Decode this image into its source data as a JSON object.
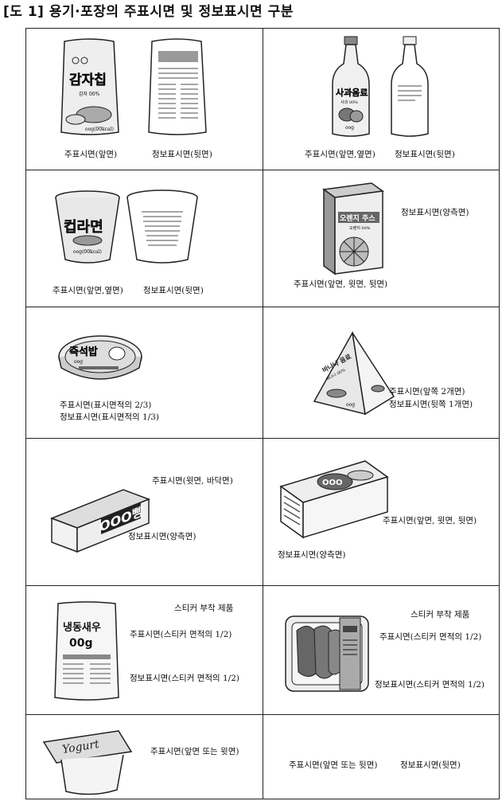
{
  "title": "[도 1] 용기·포장의 주표시면 및 정보표시면 구분",
  "cells": {
    "chips": {
      "label_front": "주표시면(앞면)",
      "label_back": "정보표시면(뒷면)",
      "product": "감자칩",
      "sub": "감자 00%",
      "amount": "oog(00kcal)"
    },
    "bottle": {
      "label_front": "주표시면(앞면,옆면)",
      "label_back": "정보표시면(뒷면)",
      "product": "사과음료",
      "sub": "사과 00%",
      "amount": "oog"
    },
    "ramen": {
      "label_front": "주표시면(앞면,옆면)",
      "label_back": "정보표시면(뒷면)",
      "product": "컵라면",
      "amount": "oog(00kcal)"
    },
    "juice": {
      "label_side": "정보표시면(양측면)",
      "label_front": "주표시면(앞면, 윗면, 뒷면)",
      "product": "오렌지 주스",
      "sub": "오렌지 00%"
    },
    "rice": {
      "label_main": "주표시면(표시면적의 2/3)",
      "label_info": "정보표시면(표시면적의 1/3)",
      "product": "즉석밥",
      "amount": "oog"
    },
    "pyramid": {
      "label_main": "주표시면(앞쪽 2개면)",
      "label_info": "정보표시면(뒷쪽 1개면)",
      "product": "바나나 음료",
      "sub": "바나나 00%",
      "amount": "oog"
    },
    "bar": {
      "label_main": "주표시면(윗면, 바닥면)",
      "label_info": "정보표시면(양측면)",
      "product": "OOO빵"
    },
    "box": {
      "label_main": "주표시면(앞면, 윗면, 뒷면)",
      "label_info": "정보표시면(양측면)",
      "product": "OOO"
    },
    "shrimp": {
      "label_sticker": "스티커 부착 제품",
      "label_main": "주표시면(스티커 면적의 1/2)",
      "label_info": "정보표시면(스티커 면적의 1/2)",
      "product": "냉동새우",
      "amount": "00g"
    },
    "tray": {
      "label_sticker": "스티커 부착 제품",
      "label_main": "주표시면(스티커 면적의 1/2)",
      "label_info": "정보표시면(스티커 면적의 1/2)"
    },
    "yogurt": {
      "label_main": "주표시면(앞면 또는 윗면)",
      "product": "Yogurt"
    },
    "last": {
      "label_main": "주표시면(앞면 또는 뒷면)",
      "label_info": "정보표시면(뒷면)"
    }
  },
  "colors": {
    "border": "#222222",
    "fill_light": "#e6e6e6",
    "fill_mid": "#b5b5b5",
    "fill_dark": "#555555"
  }
}
